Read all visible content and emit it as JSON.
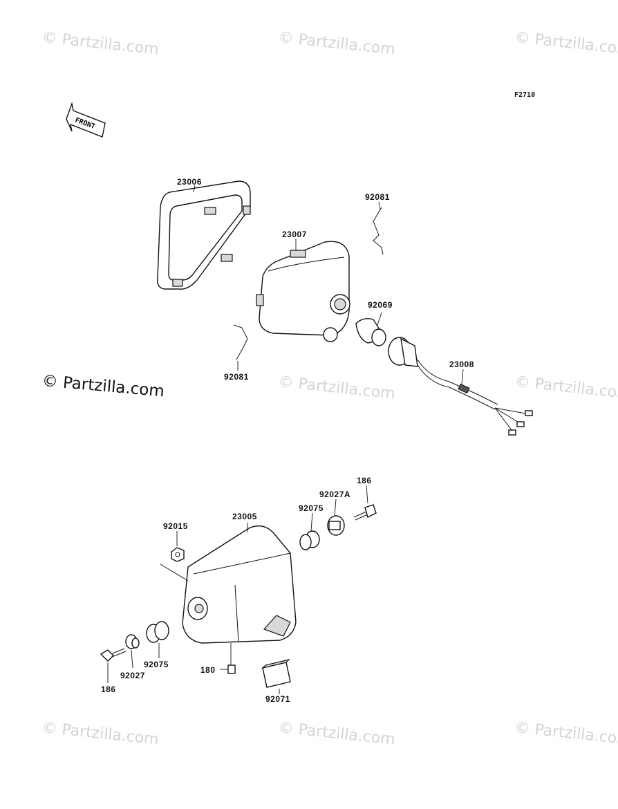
{
  "watermark": {
    "small_text": "© Partzilla.com",
    "main_text": "© Partzilla.com"
  },
  "figure_code": "F2710",
  "front_label": "FRONT",
  "parts": {
    "p23006": "23006",
    "p23007": "23007",
    "p92081_top": "92081",
    "p92069": "92069",
    "p92081_left": "92081",
    "p23008": "23008",
    "p186_top": "186",
    "p92027A": "92027A",
    "p92075_top": "92075",
    "p23005": "23005",
    "p92015": "92015",
    "p92075_bottom": "92075",
    "p92027": "92027",
    "p186_bottom": "186",
    "p180": "180",
    "p92071": "92071"
  }
}
